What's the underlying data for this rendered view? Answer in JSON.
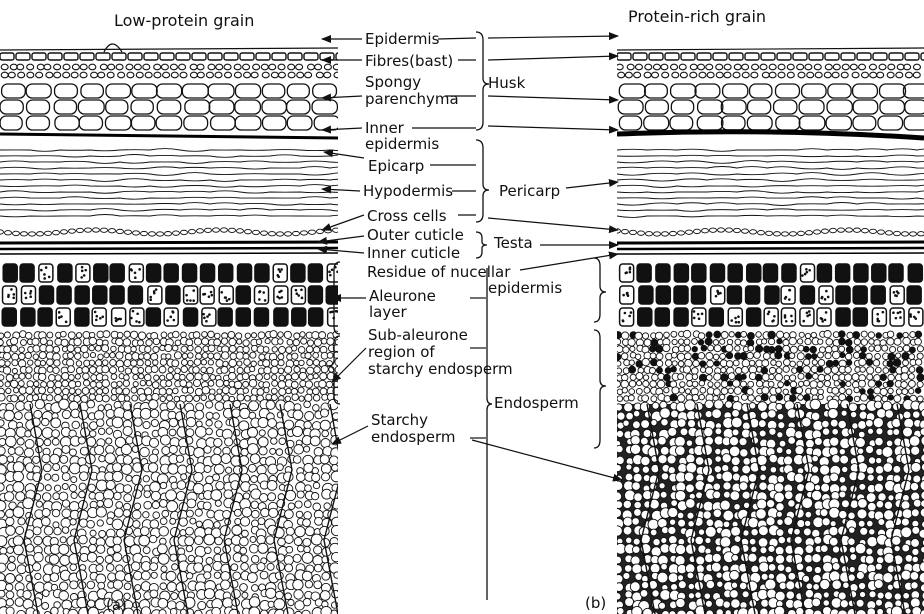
{
  "panel_a": {
    "title": "Low-protein grain",
    "caption": "(a)"
  },
  "panel_b": {
    "title": "Protein-rich grain",
    "caption": "(b)"
  },
  "labels": {
    "epidermis": "Epidermis",
    "fibres": "Fibres(bast)",
    "spongy_1": "Spongy",
    "spongy_2": "parenchyma",
    "inner_1": "Inner",
    "inner_2": "epidermis",
    "epicarp": "Epicarp",
    "hypodermis": "Hypodermis",
    "cross_cells": "Cross cells",
    "outer_cuticle": "Outer cuticle",
    "inner_cuticle": "Inner cuticle",
    "residue_1": "Residue of nucellar",
    "residue_2": "epidermis",
    "aleurone_1": "Aleurone",
    "aleurone_2": "layer",
    "sub_1": "Sub-aleurone",
    "sub_2": "region of",
    "sub_3": "starchy endosperm",
    "starchy_1": "Starchy",
    "starchy_2": "endosperm"
  },
  "groups": {
    "husk": "Husk",
    "pericarp": "Pericarp",
    "testa": "Testa",
    "endosperm": "Endosperm"
  }
}
